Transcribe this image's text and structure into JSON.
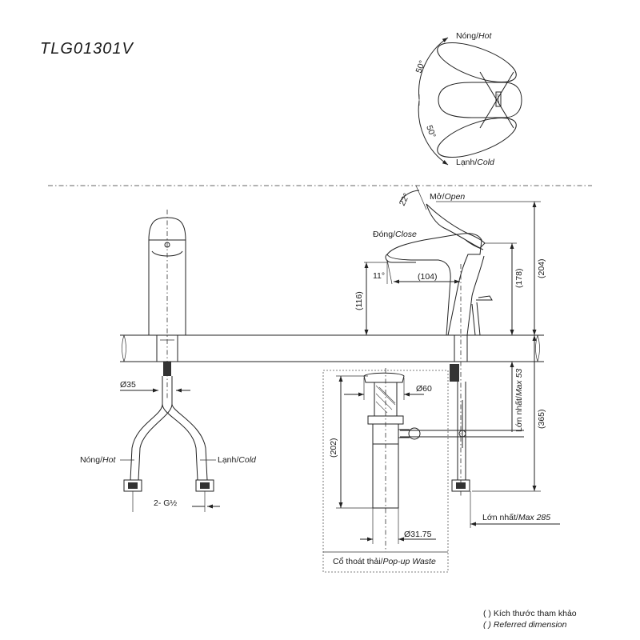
{
  "model_code": "TLG01301V",
  "top_view": {
    "hot_label_vi": "Nóng/",
    "hot_label_en": "Hot",
    "cold_label_vi": "Lạnh/",
    "cold_label_en": "Cold",
    "angle_hot": "50°",
    "angle_cold": "50°"
  },
  "side_view": {
    "open_label_vi": "Mở/",
    "open_label_en": "Open",
    "close_label_vi": "Đóng/",
    "close_label_en": "Close",
    "lever_angle": "22°",
    "spout_angle": "11°",
    "dim_spout_reach": "(104)",
    "dim_spout_height": "(116)",
    "dim_lever_height": "(178)",
    "dim_total_height": "(204)",
    "dim_max_deck_vi": "Lớn nhất/",
    "dim_max_deck_en": "Max 53",
    "dim_below": "(365)",
    "dim_max_hose_vi": "Lớn nhất/",
    "dim_max_hose_en": "Max 285"
  },
  "front_view": {
    "dim_hole": "Ø35",
    "hot_label_vi": "Nóng/",
    "hot_label_en": "Hot",
    "cold_label_vi": "Lạnh/",
    "cold_label_en": "Cold",
    "thread_label": "2- G½"
  },
  "popup_waste": {
    "dim_flange": "Ø60",
    "dim_height": "(202)",
    "dim_tail": "Ø31.75",
    "caption_vi": "Cổ thoát thải/",
    "caption_en": "Pop-up Waste"
  },
  "legend": {
    "line_vi": "( ) Kích thước tham khảo",
    "line_en": "( ) Referred dimension"
  }
}
